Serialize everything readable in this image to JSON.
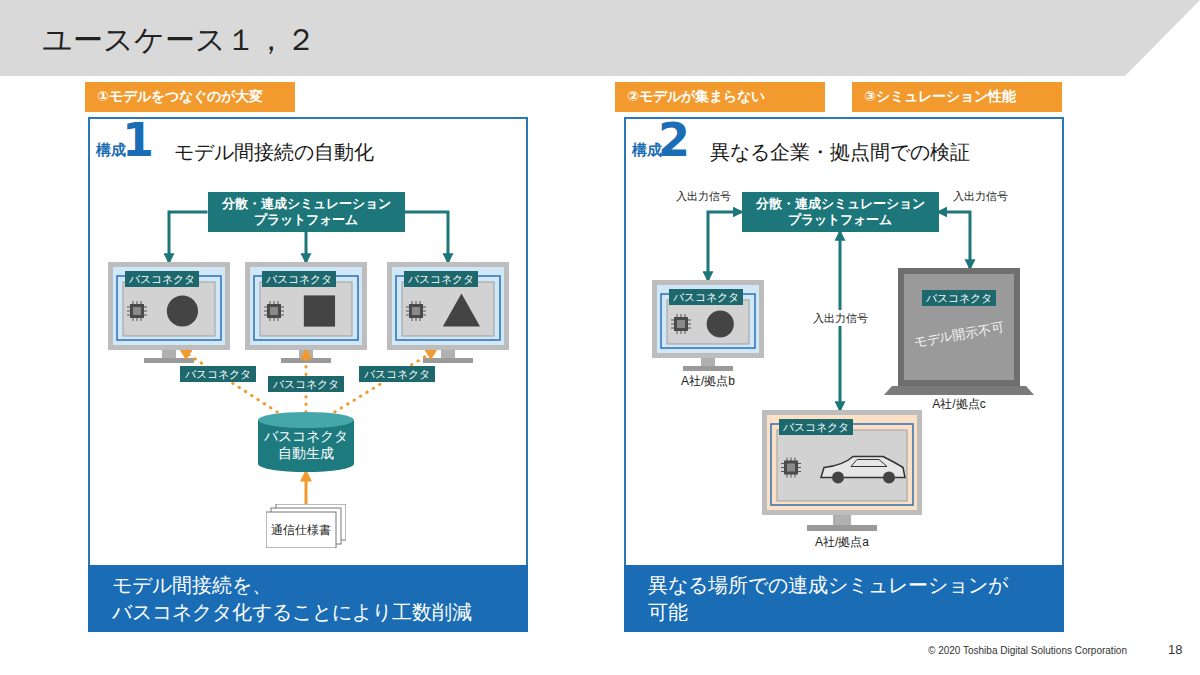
{
  "diagram": {
    "title": "ユースケース１，２",
    "nodes": [
      {
        "text": [
          "①モデルをつなぐのが大変"
        ]
      },
      {
        "text": [
          "②モデルが集まらない"
        ]
      },
      {
        "text": [
          "③シミュレーション性能"
        ]
      },
      {
        "text": [
          "構成",
          "1",
          "モデル間接続の自動化"
        ]
      },
      {
        "text": [
          "分散・連成シミュレーション プラットフォーム"
        ],
        "in": 3
      },
      {
        "text": [
          "バスコネクタ"
        ],
        "in": 3
      },
      {
        "text": [
          "バスコネクタ"
        ],
        "in": 3
      },
      {
        "text": [
          "バスコネクタ"
        ],
        "in": 3
      },
      {
        "text": [
          "バスコネクタ 自動生成"
        ],
        "in": 3
      },
      {
        "text": [
          "通信仕様書"
        ],
        "in": 3
      },
      {
        "text": [
          "モデル間接続を、 バスコネクタ化することにより工数削減"
        ],
        "in": 3
      },
      {
        "text": [
          "構成",
          "2",
          "異なる企業・拠点間での検証"
        ]
      },
      {
        "text": [
          "分散・連成シミュレーション プラットフォーム"
        ],
        "in": 11
      },
      {
        "text": [
          "バスコネクタ",
          "A社/拠点b"
        ],
        "in": 11
      },
      {
        "text": [
          "バスコネクタ",
          "モデル開示不可",
          "A社/拠点c"
        ],
        "in": 11
      },
      {
        "text": [
          "バスコネクタ",
          "A社/拠点a"
        ],
        "in": 11
      },
      {
        "text": [
          "異なる場所での連成シミュレーションが 可能"
        ],
        "in": 11
      }
    ],
    "edges": [
      {
        "from": 4,
        "to": 5,
        "arrow": "to"
      },
      {
        "from": 4,
        "to": 6,
        "arrow": "to"
      },
      {
        "from": 4,
        "to": 7,
        "arrow": "to"
      },
      {
        "from": 9,
        "to": 8,
        "arrow": "to"
      },
      {
        "from": 8,
        "to": 5,
        "arrow": "to",
        "label": "バスコネクタ"
      },
      {
        "from": 8,
        "to": 6,
        "arrow": "to",
        "label": "バスコネクタ"
      },
      {
        "from": 8,
        "to": 7,
        "arrow": "to",
        "label": "バスコネクタ"
      },
      {
        "from": 12,
        "to": 13,
        "arrow": "both",
        "label": "入出力信号"
      },
      {
        "from": 12,
        "to": 14,
        "arrow": "both",
        "label": "入出力信号"
      },
      {
        "from": 12,
        "to": 15,
        "arrow": "both",
        "label": "入出力信号"
      }
    ],
    "labels": [
      "© 2020 Toshiba Digital Solutions Corporation",
      "18"
    ]
  }
}
